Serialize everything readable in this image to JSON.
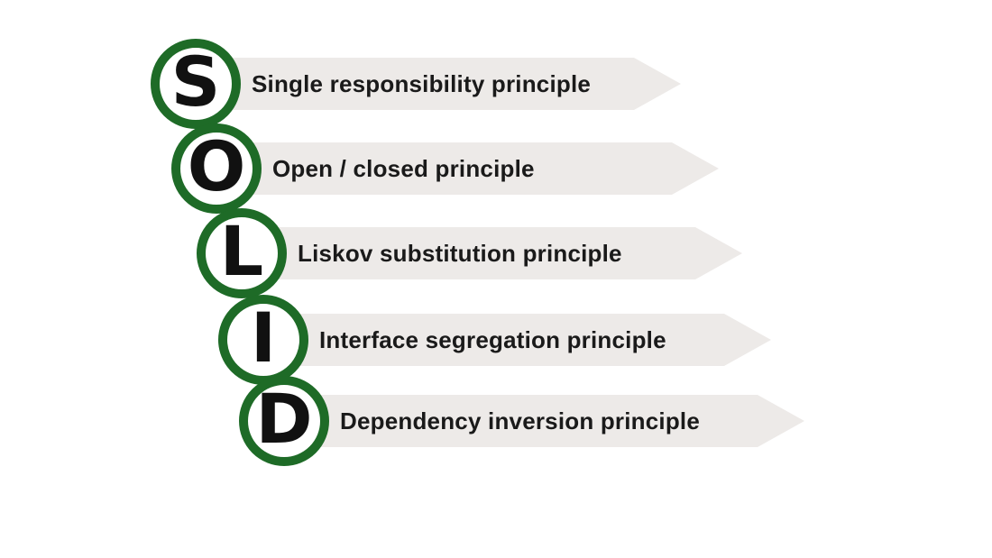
{
  "colors": {
    "ring_green": "#1e6b27",
    "banner_gray": "#edeae8",
    "letter_black": "#111111",
    "label_black": "#1a1a1a",
    "background": "#ffffff"
  },
  "principles": [
    {
      "letter": "S",
      "label": "Single responsibility principle"
    },
    {
      "letter": "O",
      "label": "Open / closed principle"
    },
    {
      "letter": "L",
      "label": "Liskov substitution principle"
    },
    {
      "letter": "I",
      "label": "Interface segregation principle"
    },
    {
      "letter": "D",
      "label": "Dependency inversion principle"
    }
  ]
}
